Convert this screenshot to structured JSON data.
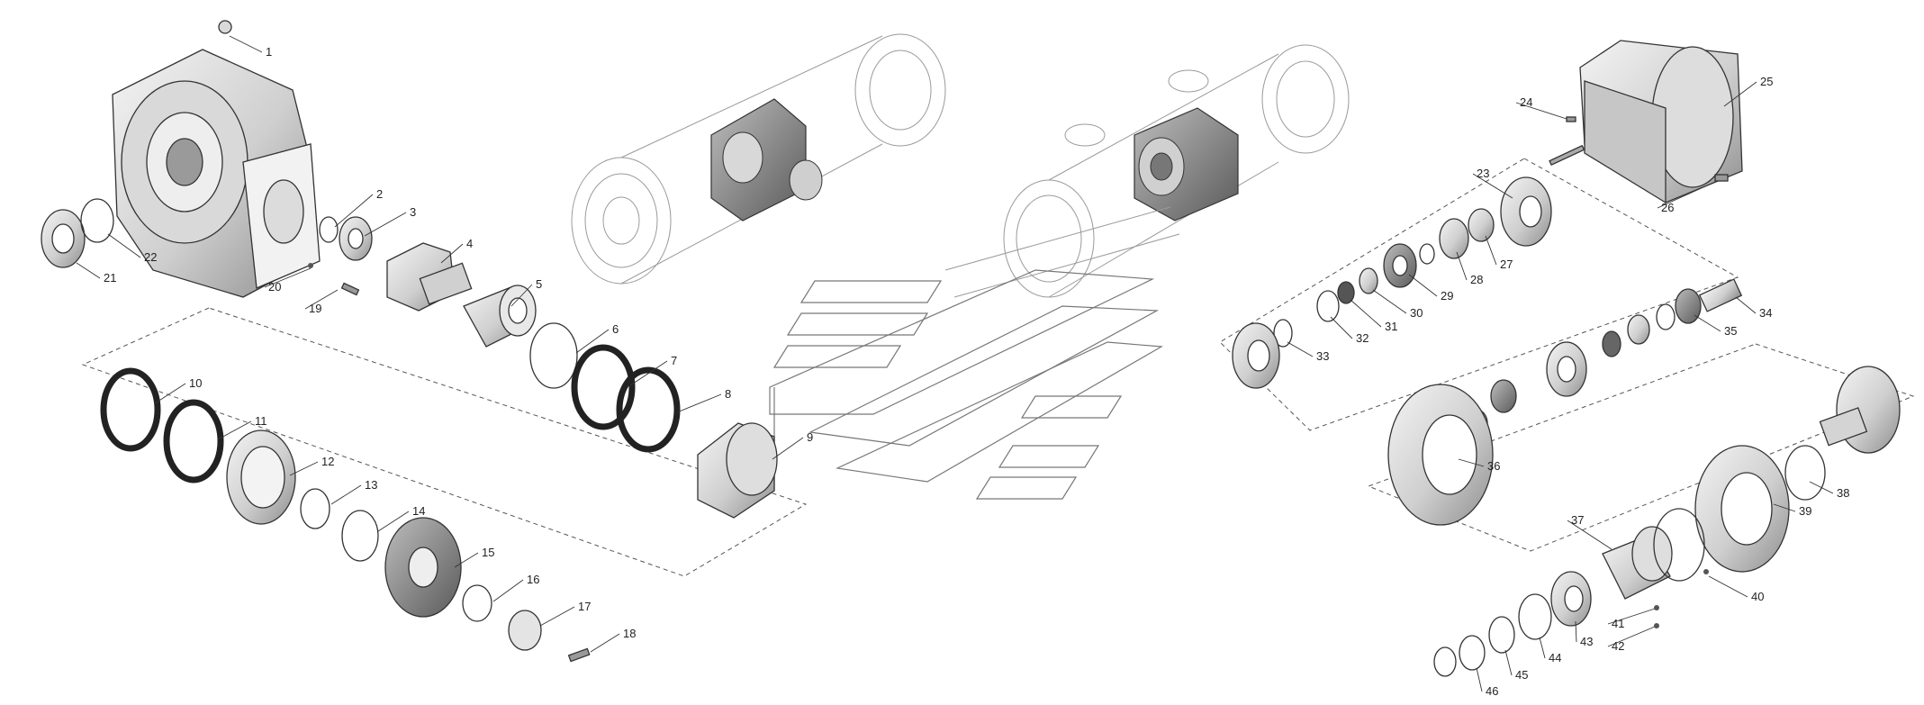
{
  "diagram": {
    "callouts": [
      "1",
      "2",
      "3",
      "4",
      "5",
      "6",
      "7",
      "8",
      "9",
      "10",
      "11",
      "12",
      "13",
      "14",
      "15",
      "16",
      "17",
      "18",
      "19",
      "20",
      "21",
      "22",
      "23",
      "24",
      "25",
      "26",
      "27",
      "28",
      "29",
      "30",
      "31",
      "32",
      "33",
      "34",
      "35",
      "36",
      "37",
      "38",
      "39",
      "40",
      "41",
      "42",
      "43",
      "44",
      "45",
      "46"
    ]
  },
  "colors": {
    "line": "#333333",
    "part_fill": "#e6e6e6",
    "part_dark": "#8a8a8a",
    "ghost": "#9a9a9a"
  }
}
